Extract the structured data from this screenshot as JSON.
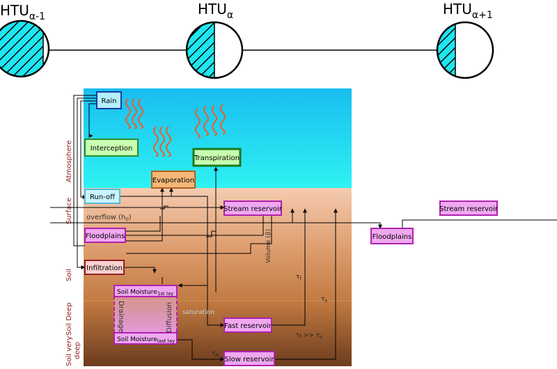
{
  "htu": {
    "left": {
      "base": "HTU",
      "sub": "α-1"
    },
    "center": {
      "base": "HTU",
      "sub": "α"
    },
    "right": {
      "base": "HTU",
      "sub": "α+1"
    }
  },
  "layers": {
    "atmosphere": "Atmosphere",
    "surface": "Surface",
    "soil": "Soil",
    "soil_deep": "Soil Deep",
    "soil_very_1": "Soil very",
    "soil_very_2": "deep"
  },
  "boxes": {
    "rain": "Rain",
    "interception": "Interception",
    "transpiration": "Transpiration",
    "evaporation": "Evaporation",
    "runoff": "Run-off",
    "stream_reservoir": "Stream reservoir",
    "floodplains": "Floodplains",
    "infiltration": "Infiltration",
    "soil_moisture_1": "Soil Moisture",
    "soil_moisture_1_sub": "1st lay",
    "soil_moisture_last": "Soil Moisture",
    "soil_moisture_last_sub": "last lay",
    "fast_reservoir": "Fast reservoir",
    "slow_reservoir": "Slow reservoir",
    "stream_reservoir_right": "Stream reservoir",
    "floodplains_right": "Floodplains"
  },
  "labels": {
    "overflow": "overflow (h",
    "overflow_sub": "0",
    "overflow_end": ")",
    "volume": "Volume (β)",
    "drainage": "Drainage",
    "diffusion": "Diffusion",
    "saturation": "saturation",
    "tau": "τ",
    "tau_f": "f",
    "tau_s": "s",
    "tau_d": "d",
    "tau_ineq": ">>"
  },
  "colors": {
    "sky_top": "#18bdf0",
    "sky_bottom": "#2ef2f2",
    "surface": "#f3c6a4",
    "soil_dark": "#6b3c1e",
    "cyan_hatch": "#1ee6f0",
    "magenta_box": "#f0a0f0",
    "layer_label": "#8b1a1a"
  }
}
